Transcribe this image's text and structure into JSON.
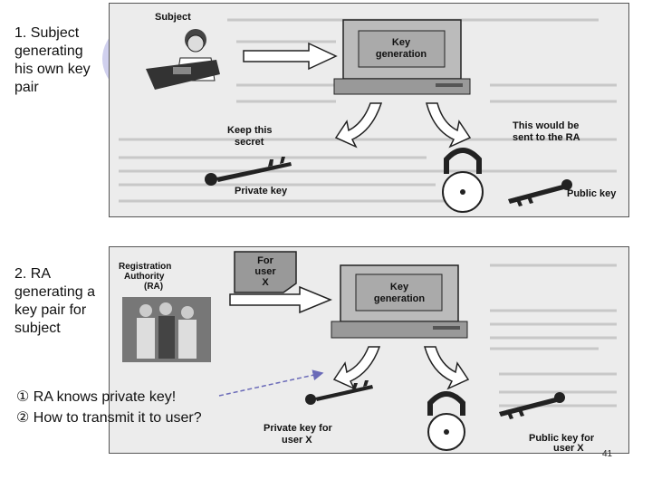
{
  "step1": {
    "caption": "1. Subject generating his own key pair",
    "subject_label": "Subject",
    "keygen_line1": "Key",
    "keygen_line2": "generation",
    "keep_line1": "Keep this",
    "keep_line2": "secret",
    "sent_line1": "This would be",
    "sent_line2": "sent to the RA",
    "private_key": "Private key",
    "public_key": "Public key"
  },
  "step2": {
    "caption": "2. RA generating a key pair for subject",
    "ra_line1": "Registration",
    "ra_line2": "Authority",
    "ra_line3": "(RA)",
    "for_line1": "For",
    "for_line2": "user",
    "for_line3": "X",
    "keygen_line1": "Key",
    "keygen_line2": "generation",
    "private_line1": "Private key for",
    "private_line2": "user X",
    "public_line1": "Public key for",
    "public_line2": "user X"
  },
  "notes": [
    "① RA knows private key!",
    "② How to transmit it to user?"
  ],
  "page_number": "41"
}
